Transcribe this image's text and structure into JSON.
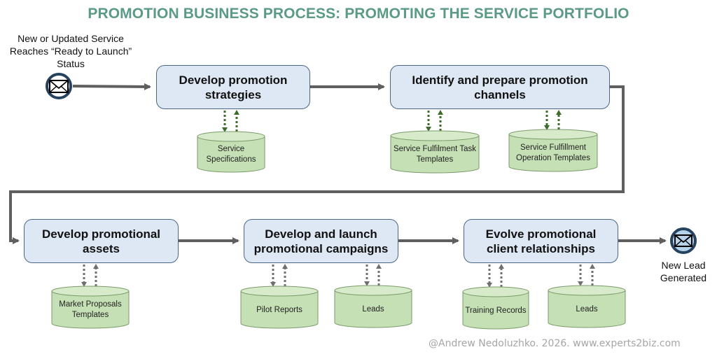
{
  "title": "PROMOTION BUSINESS PROCESS: PROMOTING THE SERVICE PORTFOLIO",
  "colors": {
    "title": "#5a9a86",
    "task_fill": "#dde8f4",
    "task_border": "#4a6785",
    "store_fill": "#c5e0b4",
    "store_border": "#7a9a6a",
    "flow": "#5f5f5f",
    "association_top": "#3d6b2a",
    "association_bottom": "#6f6f6f"
  },
  "start_event": {
    "label": "New or Updated Service Reaches “Ready to Launch” Status",
    "icon": "envelope-icon"
  },
  "end_event": {
    "label": "New Lead Generated",
    "icon": "envelope-icon"
  },
  "tasks": [
    {
      "id": "t1",
      "label": "Develop promotion strategies",
      "data_stores": [
        "Service Specifications"
      ]
    },
    {
      "id": "t2",
      "label": "Identify and prepare promotion channels",
      "data_stores": [
        "Service Fulfilment Task Templates",
        "Service Fulfillment Operation Templates"
      ]
    },
    {
      "id": "t3",
      "label": "Develop promotional assets",
      "data_stores": [
        "Market Proposals Templates"
      ]
    },
    {
      "id": "t4",
      "label": "Develop and launch promotional campaigns",
      "data_stores": [
        "Pilot Reports",
        "Leads"
      ]
    },
    {
      "id": "t5",
      "label": "Evolve promotional client relationships",
      "data_stores": [
        "Training Records",
        "Leads"
      ]
    }
  ],
  "credit": "@Andrew Nedoluzhko. 2026. www.experts2biz.com"
}
